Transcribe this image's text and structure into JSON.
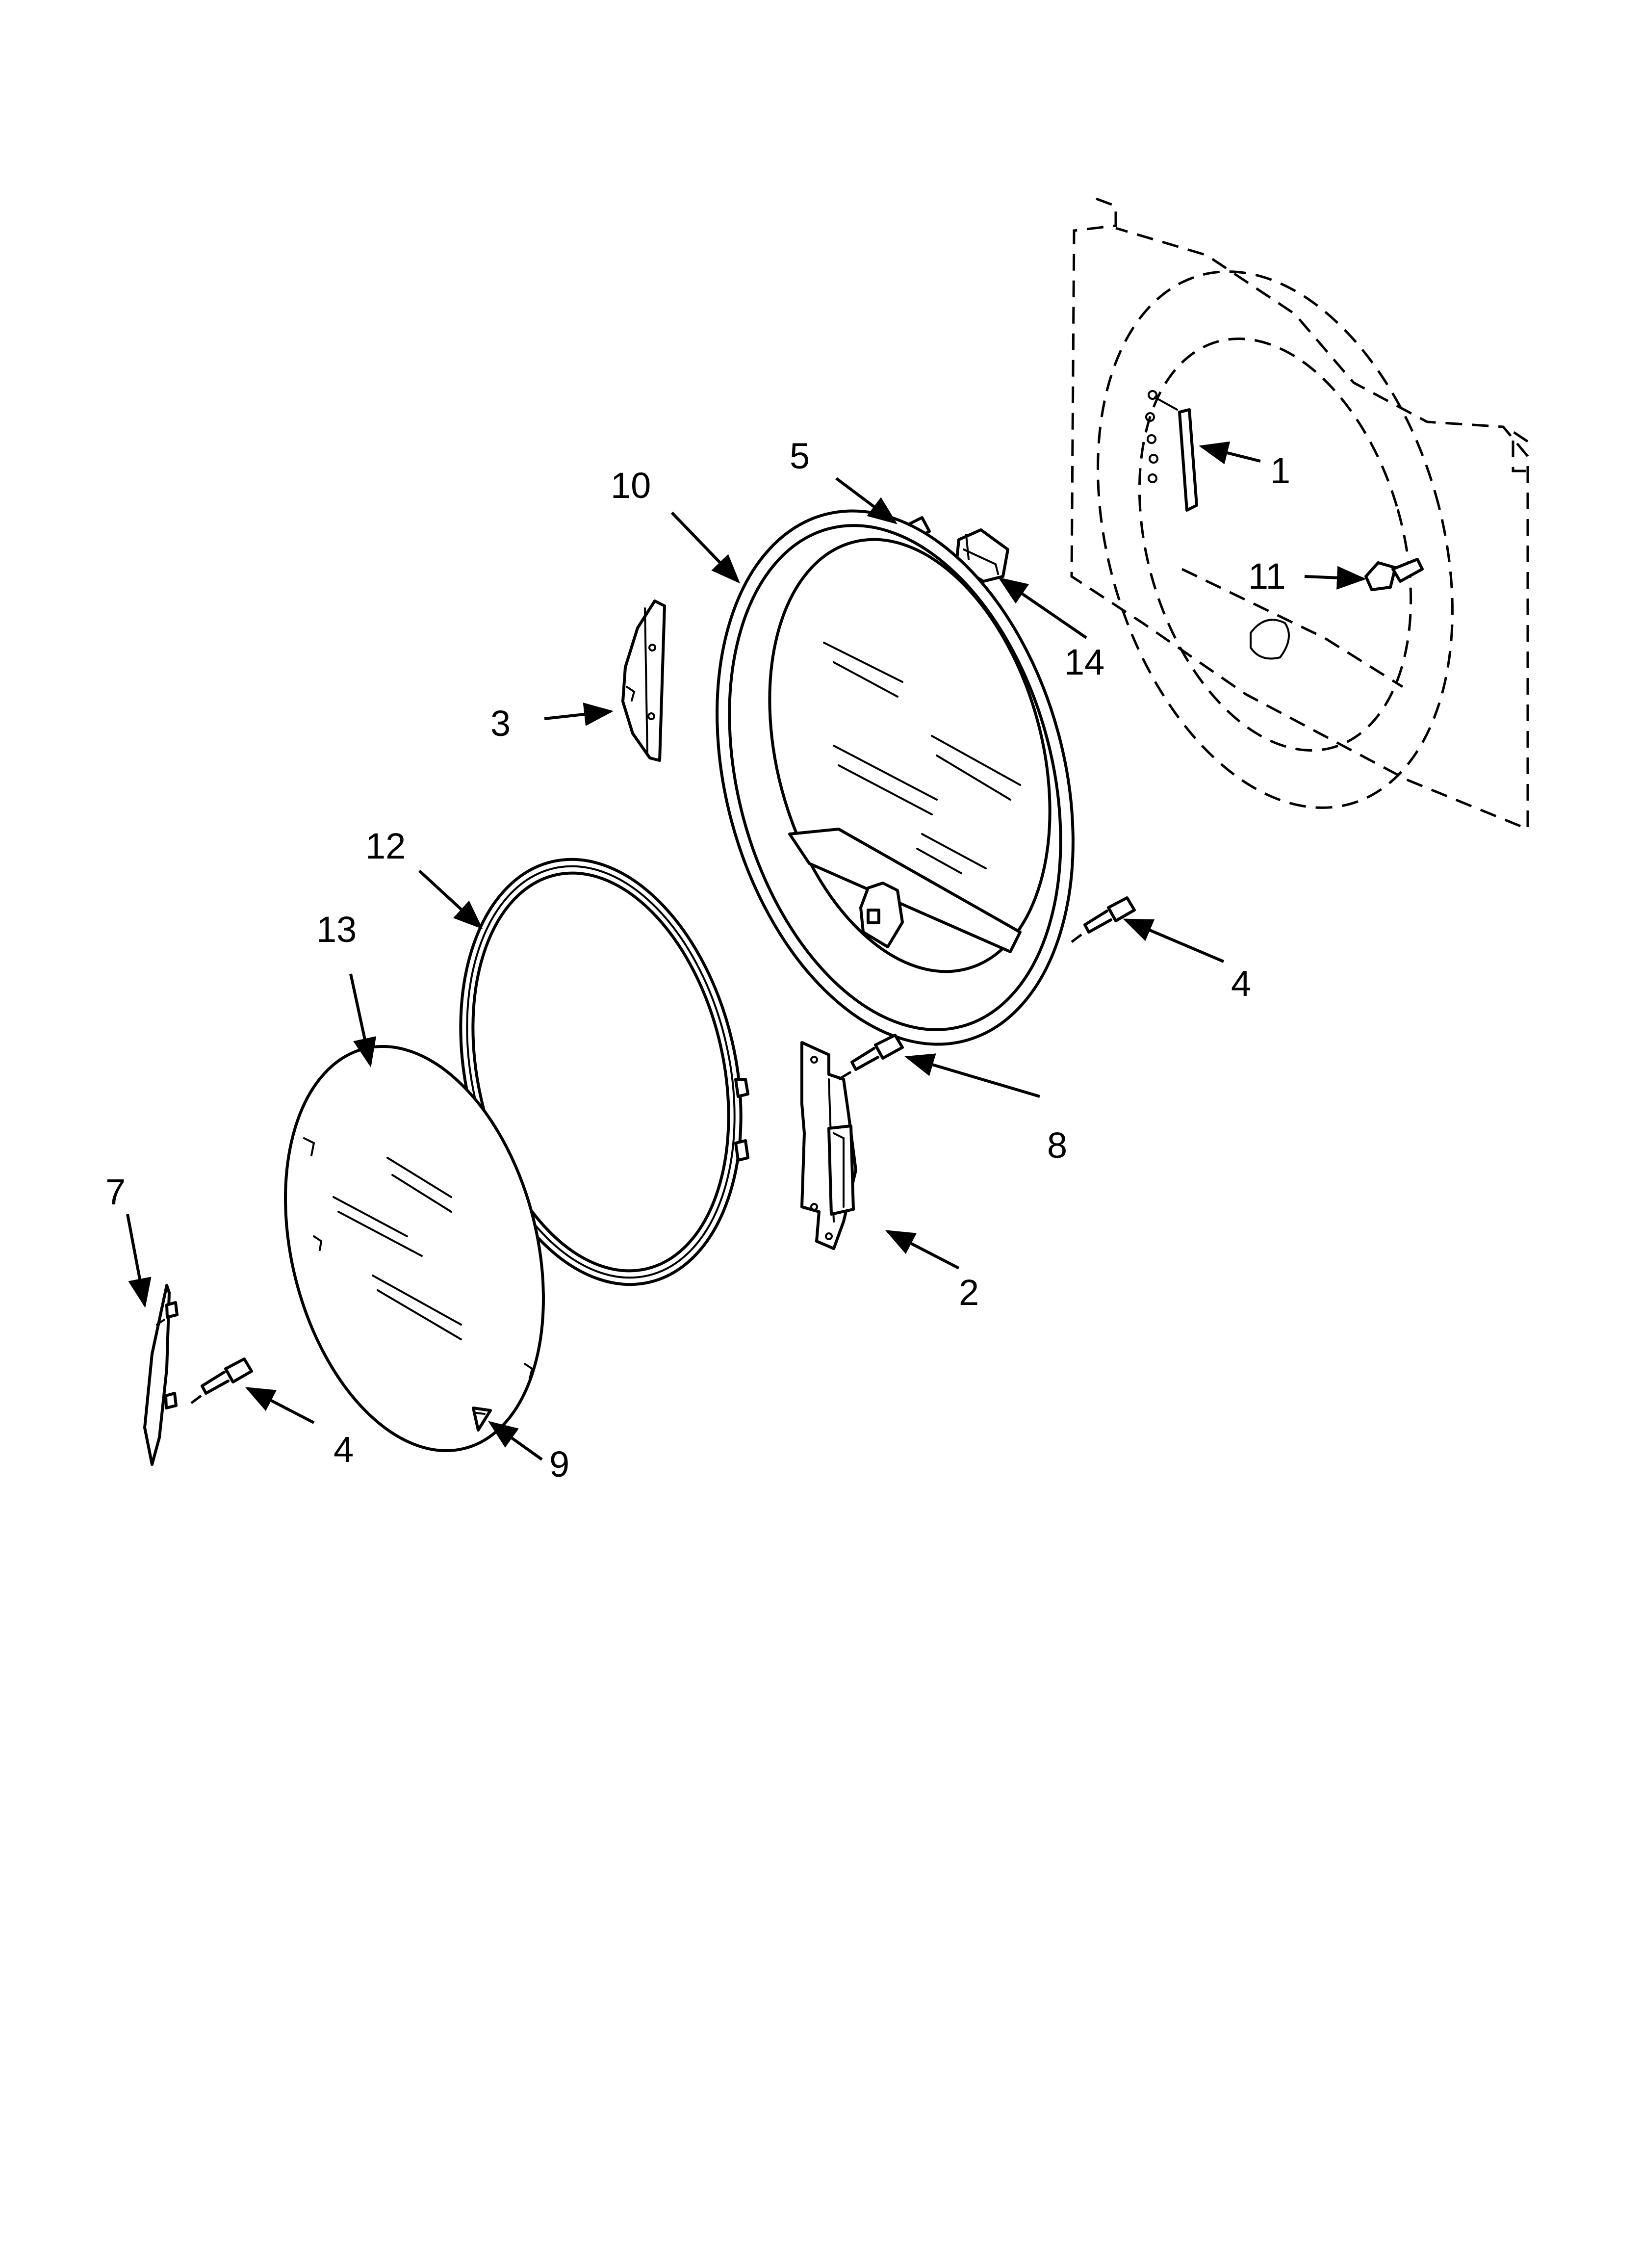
{
  "diagram": {
    "callouts": {
      "c1": "1",
      "c2": "2",
      "c3": "3",
      "c4a": "4",
      "c4b": "4",
      "c5": "5",
      "c7": "7",
      "c8": "8",
      "c9": "9",
      "c10": "10",
      "c11": "11",
      "c12": "12",
      "c13": "13",
      "c14": "14"
    },
    "colors": {
      "line": "#000000",
      "background": "#ffffff"
    }
  }
}
